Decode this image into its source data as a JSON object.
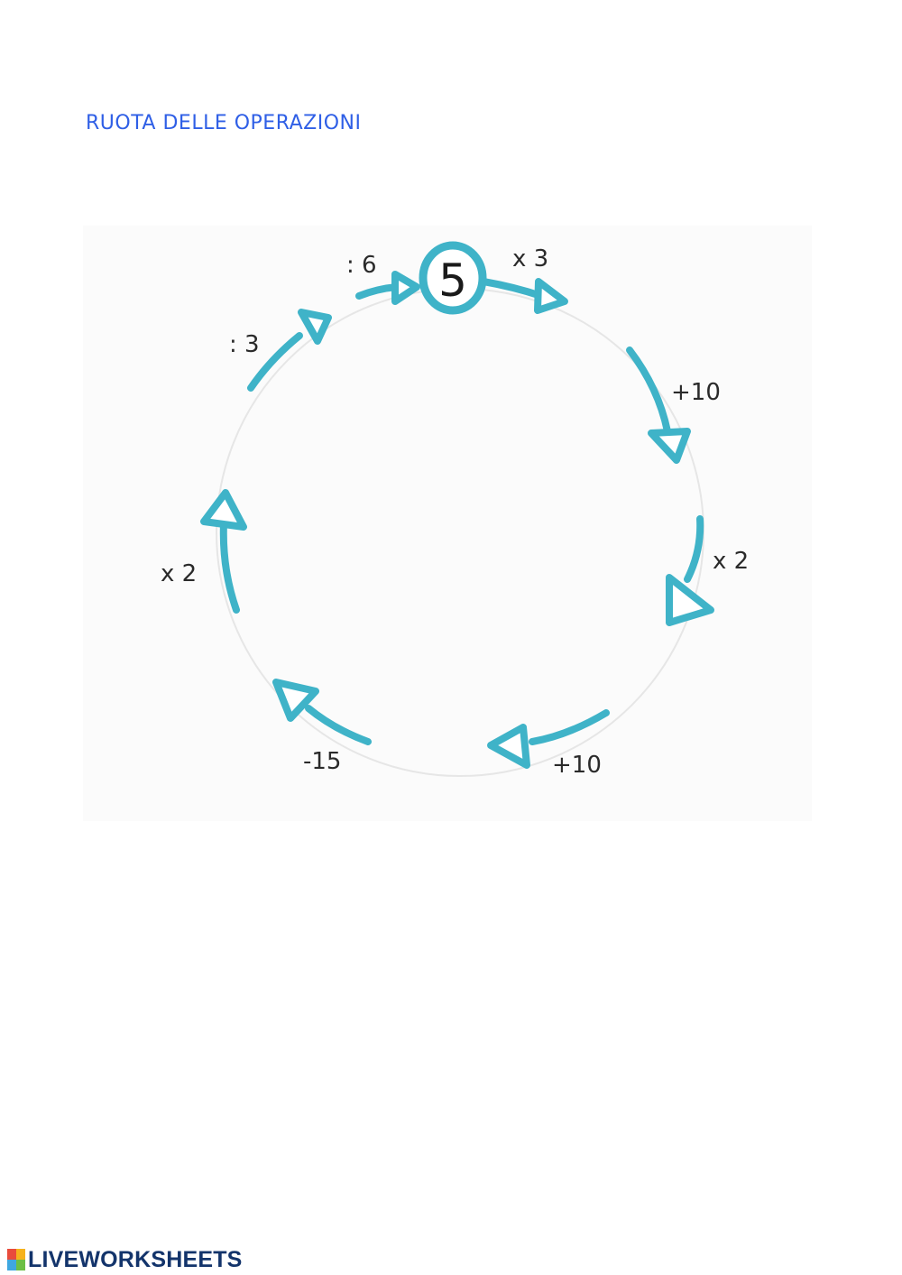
{
  "page": {
    "title": "RUOTA DELLE OPERAZIONI"
  },
  "diagram": {
    "start_value": "5",
    "operations": [
      {
        "label": "x 3"
      },
      {
        "label": "+10"
      },
      {
        "label": "x 2"
      },
      {
        "label": "+10"
      },
      {
        "label": "-15"
      },
      {
        "label": "x 2"
      },
      {
        "label": ": 3"
      },
      {
        "label": ": 6"
      }
    ],
    "arrow_color": "#3fb3c8",
    "circle_color": "#e6e6e6"
  },
  "footer": {
    "brand": "LIVEWORKSHEETS",
    "brand_color": "#13346b"
  }
}
